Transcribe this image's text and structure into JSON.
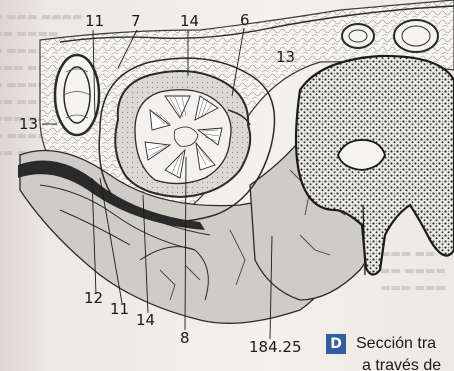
{
  "figure": {
    "labels": {
      "l11_top": "11",
      "l7": "7",
      "l14_top": "14",
      "l6": "6",
      "l13_right": "13",
      "l13_left": "13",
      "l12": "12",
      "l11_bottom": "11",
      "l14_bottom": "14",
      "l8": "8",
      "l18425": "184.25"
    },
    "caption": {
      "badge": "D",
      "line1": "Sección tra",
      "line2": "a través de"
    },
    "colors": {
      "badge": "#2f5d9e",
      "ink": "#1a1a1a",
      "page": "#f1ede8"
    }
  }
}
